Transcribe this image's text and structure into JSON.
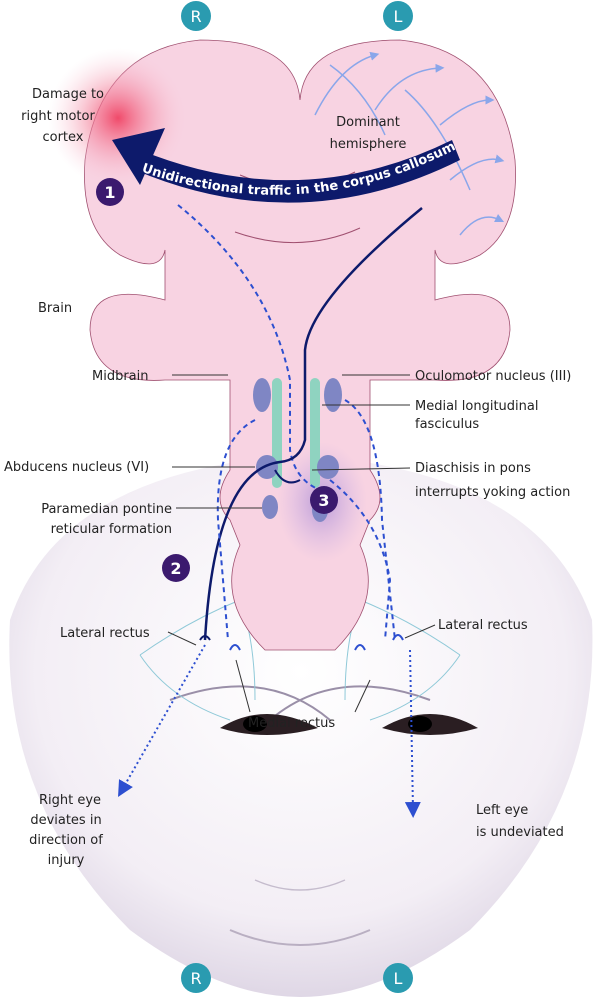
{
  "side_markers": {
    "right": "R",
    "left": "L"
  },
  "labels": {
    "damage": [
      "Damage to",
      "right motor",
      "cortex"
    ],
    "dominant": [
      "Dominant",
      "hemisphere"
    ],
    "corpus_callosum": "Unidirectional traffic in the corpus callosum",
    "brain": "Brain",
    "midbrain": "Midbrain",
    "oculomotor": "Oculomotor nucleus (III)",
    "mlf": [
      "Medial longitudinal",
      "fasciculus"
    ],
    "abducens": "Abducens nucleus (VI)",
    "diaschisis": [
      "Diaschisis in pons",
      "interrupts yoking action"
    ],
    "pprf": [
      "Paramedian pontine",
      "reticular formation"
    ],
    "lateral_rectus_right": "Lateral rectus",
    "lateral_rectus_left": "Lateral rectus",
    "medial_rectus": "Medial rectus",
    "right_eye": [
      "Right eye",
      "deviates in",
      "direction of",
      "injury"
    ],
    "left_eye": [
      "Left eye",
      "is undeviated"
    ]
  },
  "steps": [
    "1",
    "2",
    "3"
  ],
  "colors": {
    "marker": "#2a9bb0",
    "step": "#3b1a6e",
    "pathway": "#0d1a6b",
    "brain": "#f8d3e2",
    "nucleus": "#7f86c4",
    "mlf": "#8fd3c0"
  }
}
